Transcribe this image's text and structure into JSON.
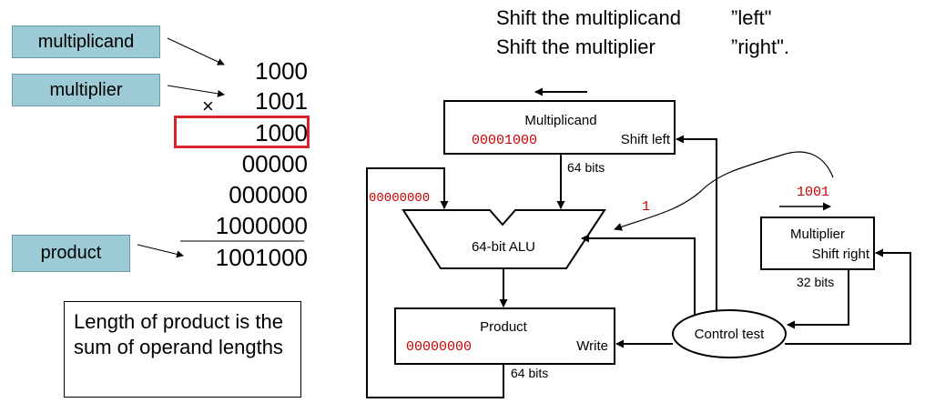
{
  "labels": {
    "multiplicand": "multiplicand",
    "multiplier": "multiplier",
    "product": "product"
  },
  "arithmetic": {
    "multiplicand": "1000",
    "times_sign": "×",
    "multiplier": "1001",
    "partial_products": [
      "1000",
      "00000",
      "000000",
      "1000000"
    ],
    "product": "1001000"
  },
  "note": "Length of product is the sum of operand lengths",
  "header": {
    "line1_left": "Shift the multiplicand",
    "line1_right": "”left\"",
    "line2_left": "Shift the multiplier",
    "line2_right": "”right\"."
  },
  "diagram": {
    "multiplicand_block": {
      "title": "Multiplicand",
      "value": "00001000",
      "action": "Shift left"
    },
    "multiplicand_bus": "64 bits",
    "alu": "64-bit ALU",
    "alu_left_input_value": "00000000",
    "product_block": {
      "title": "Product",
      "value": "00000000",
      "action": "Write"
    },
    "product_bus": "64 bits",
    "multiplier_block": {
      "title": "Multiplier",
      "action": "Shift right"
    },
    "multiplier_value": "1001",
    "multiplier_bus": "32 bits",
    "control": "Control test",
    "bit_annotation": "1"
  },
  "colors": {
    "label_fill": "#9ccbd5",
    "highlight": "#d9252a",
    "red_text": "#cc0000"
  }
}
